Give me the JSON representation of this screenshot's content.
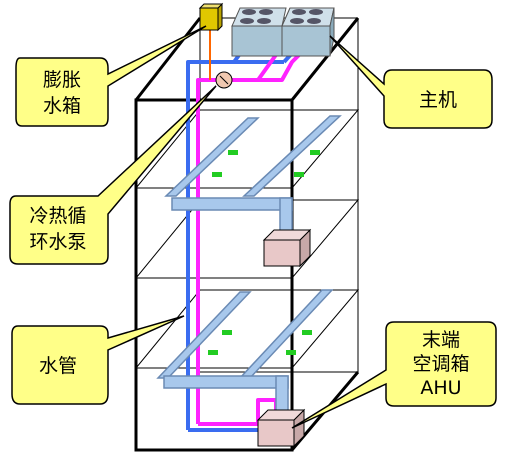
{
  "labels": {
    "expansion_tank": [
      "膨胀",
      "水箱"
    ],
    "main_unit": [
      "主机"
    ],
    "pump": [
      "冷热循",
      "环水泵"
    ],
    "water_pipe": [
      "水管"
    ],
    "ahu": [
      "末端",
      "空调箱",
      "AHU"
    ]
  },
  "colors": {
    "callout_fill": "#ffff88",
    "supply_pipe": "#3a6cf0",
    "return_pipe": "#ff22ff",
    "duct": "#a8c8ec",
    "duct_stroke": "#6a8ab4",
    "unit_box": "#e8c8c8",
    "chiller": "#a8c4d4",
    "tank": "#e0c800",
    "diffuser": "#22cc22"
  }
}
